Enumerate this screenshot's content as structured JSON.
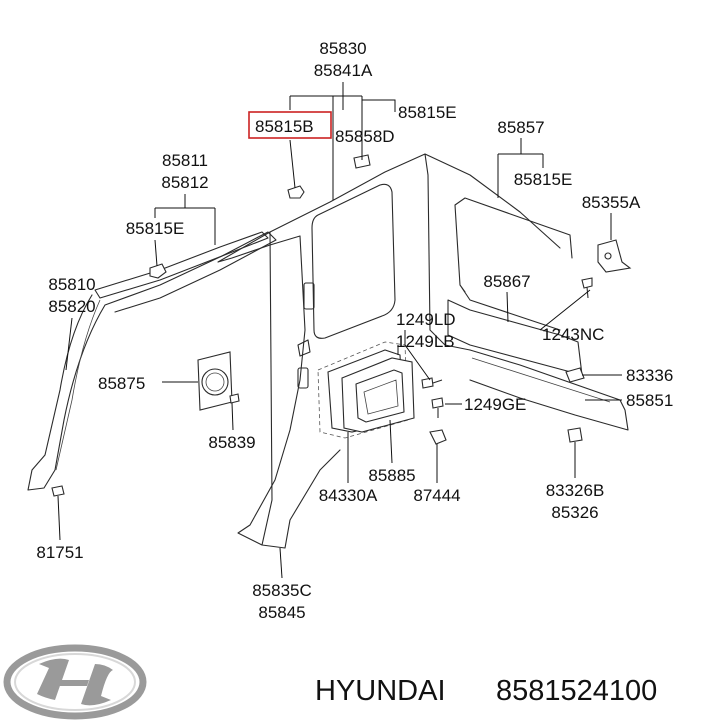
{
  "part_labels": {
    "p85830": "85830",
    "p85841A": "85841A",
    "p85815B": "85815B",
    "p85815E_top": "85815E",
    "p85858D": "85858D",
    "p85857": "85857",
    "p85815E_right": "85815E",
    "p85811": "85811",
    "p85812": "85812",
    "p85815E_left": "85815E",
    "p85355A": "85355A",
    "p85810": "85810",
    "p85820": "85820",
    "p85867": "85867",
    "p1249LD": "1249LD",
    "p1249LB": "1249LB",
    "p1243NC": "1243NC",
    "p85875": "85875",
    "p83336": "83336",
    "p1249GE": "1249GE",
    "p85851": "85851",
    "p85839": "85839",
    "p85885": "85885",
    "p84330A": "84330A",
    "p87444": "87444",
    "p83326B": "83326B",
    "p85326": "85326",
    "p81751": "81751",
    "p85835C": "85835C",
    "p85845": "85845"
  },
  "footer": {
    "brand": "HYUNDAI",
    "part_number": "8581524100"
  },
  "colors": {
    "highlight_box": "#cc2222",
    "line": "#111111",
    "logo": "#9a9a9a"
  },
  "icons": {
    "logo": "hyundai-logo-icon"
  }
}
